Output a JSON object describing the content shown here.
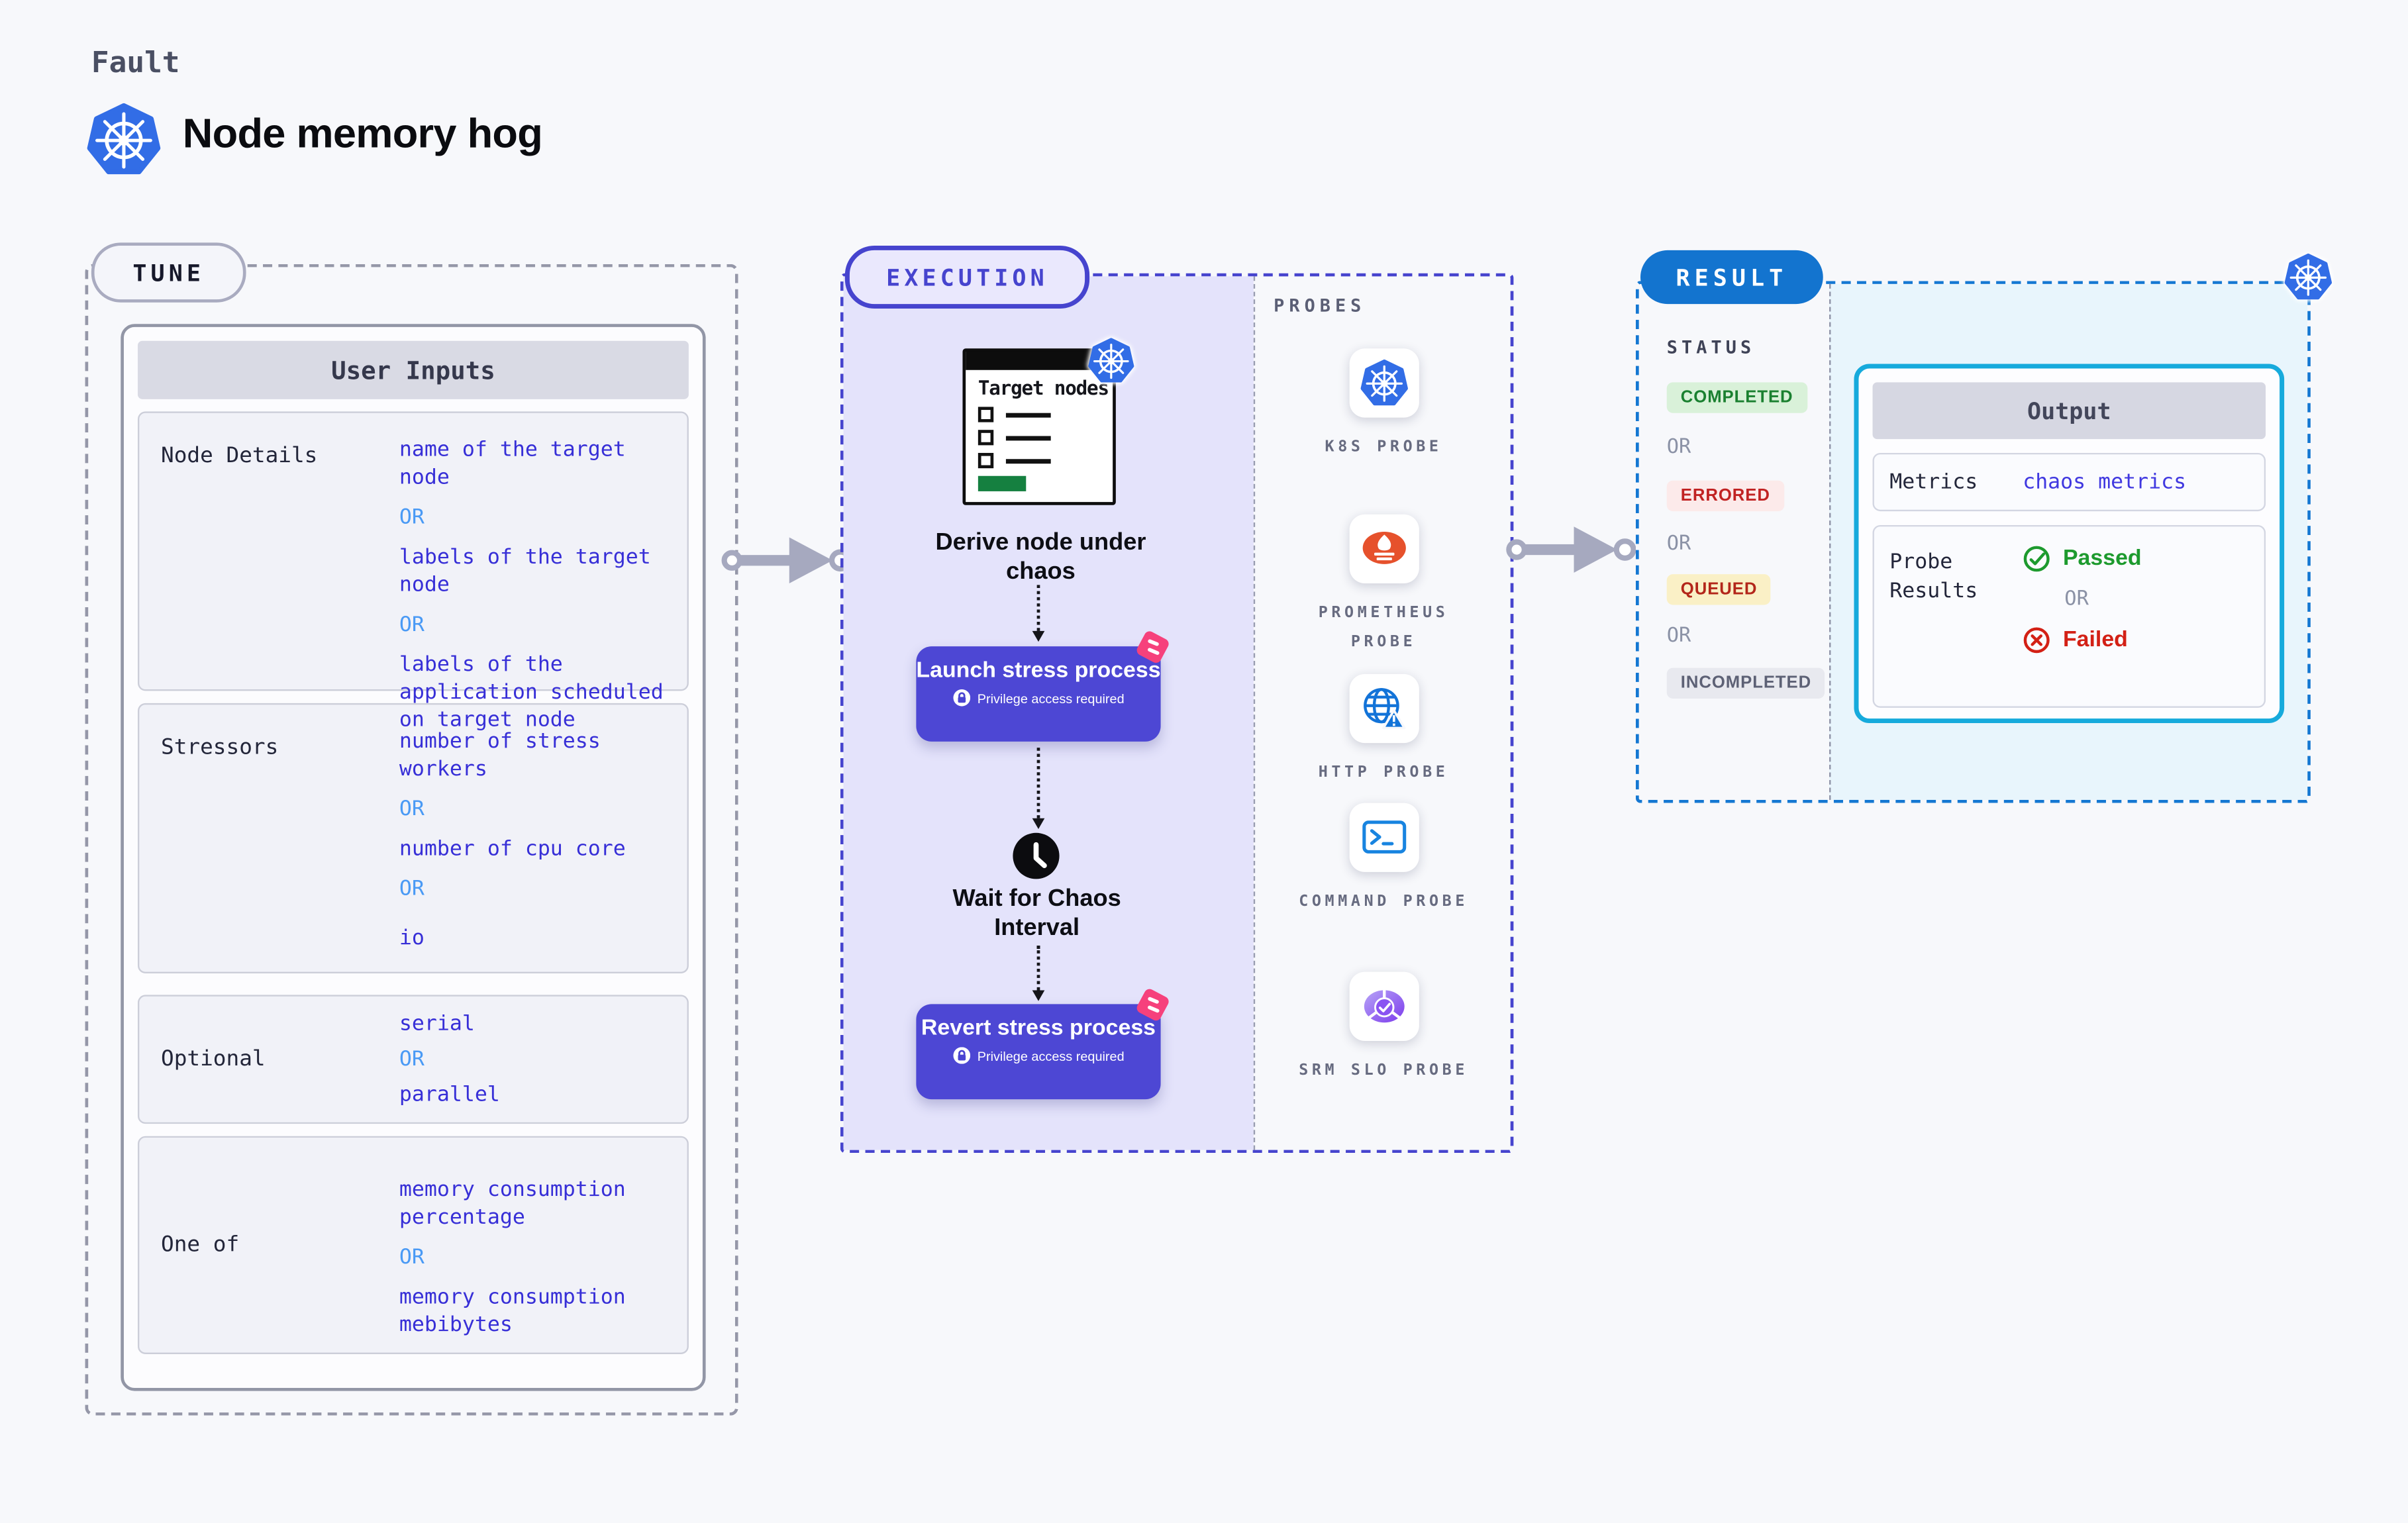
{
  "header": {
    "eyebrow": "Fault",
    "title": "Node memory hog"
  },
  "labels": {
    "or": "OR"
  },
  "colors": {
    "page_background": "#f7f8fb",
    "accent_indigo": "#4644ce",
    "button_indigo": "#4d47d4",
    "execution_fill": "#e4e3fb",
    "value_blue": "#372fd7",
    "or_blue": "#4a9af5",
    "result_blue": "#1374cf",
    "result_fill": "#e8f5fc",
    "output_border_cyan": "#16aadc",
    "kubernetes_blue": "#326de6",
    "completed_green": "#1a8030",
    "errored_red": "#c12323",
    "queued_amber_bg": "#faf0c6",
    "incompleted_gray": "#5d6175",
    "passed_green": "#1d9a2e",
    "failed_red": "#d32015",
    "flag_pink": "#f6417c",
    "prometheus_orange": "#e6512c",
    "target_green": "#158040"
  },
  "tune": {
    "badge": "TUNE",
    "card_title": "User Inputs",
    "rows": [
      {
        "label": "Node Details",
        "values": [
          "name of the target node",
          "labels of the target node",
          "labels of the application scheduled on target node"
        ]
      },
      {
        "label": "Stressors",
        "values": [
          "number of stress workers",
          "number of cpu core",
          "io"
        ]
      },
      {
        "label": "Optional",
        "values": [
          "serial",
          "parallel"
        ]
      },
      {
        "label": "One of",
        "values": [
          "memory consumption percentage",
          "memory consumption mebibytes"
        ]
      }
    ]
  },
  "execution": {
    "badge": "EXECUTION",
    "target_card_title": "Target nodes",
    "step1_caption": "Derive node under chaos",
    "launch_button": {
      "label": "Launch stress process",
      "note": "Privilege access required"
    },
    "wait_caption": "Wait for Chaos Interval",
    "revert_button": {
      "label": "Revert stress process",
      "note": "Privilege access required"
    }
  },
  "probes": {
    "title": "PROBES",
    "items": [
      {
        "label": "K8S PROBE",
        "icon": "kubernetes-icon"
      },
      {
        "label": "PROMETHEUS PROBE",
        "icon": "prometheus-icon"
      },
      {
        "label": "HTTP PROBE",
        "icon": "http-globe-icon"
      },
      {
        "label": "COMMAND PROBE",
        "icon": "terminal-icon"
      },
      {
        "label": "SRM SLO PROBE",
        "icon": "slo-donut-icon"
      }
    ]
  },
  "result": {
    "badge": "RESULT",
    "status_title": "STATUS",
    "statuses": [
      {
        "label": "COMPLETED",
        "type": "completed"
      },
      {
        "label": "ERRORED",
        "type": "errored"
      },
      {
        "label": "QUEUED",
        "type": "queued"
      },
      {
        "label": "INCOMPLETED",
        "type": "incompleted"
      }
    ],
    "output": {
      "title": "Output",
      "metrics_label": "Metrics",
      "metrics_value": "chaos metrics",
      "probe_results_label": "Probe Results",
      "passed_label": "Passed",
      "failed_label": "Failed"
    }
  }
}
